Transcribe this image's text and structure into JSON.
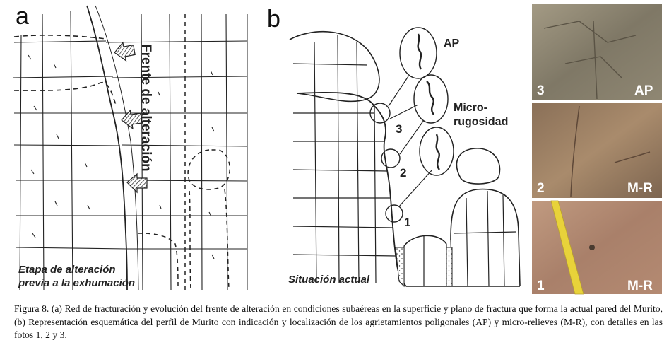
{
  "panel_a": {
    "letter": "a",
    "front_label": "Frente de alteración",
    "stage_line1": "Etapa de alteración",
    "stage_line2": "previa a la exhumación"
  },
  "panel_b": {
    "letter": "b",
    "current_label": "Situación actual",
    "site_numbers": [
      "3",
      "2",
      "1"
    ],
    "callouts": {
      "ap": "AP",
      "micro_line1": "Micro-",
      "micro_line2": "rugosidad"
    }
  },
  "photos": [
    {
      "number": "3",
      "code": "AP"
    },
    {
      "number": "2",
      "code": "M-R"
    },
    {
      "number": "1",
      "code": "M-R"
    }
  ],
  "caption": "Figura 8. (a) Red de fracturación y evolución del frente de alteración en condiciones subaéreas en la superficie y plano de fractura que forma la actual pared del Murito, (b) Representación esquemática del perfil de Murito con indicación y localización de los agrietamientos poligonales (AP) y micro-relieves (M-R), con detalles en las fotos 1, 2 y 3.",
  "colors": {
    "ink": "#222222",
    "photo_top": "#8d8470",
    "photo_mid": "#9a7a60",
    "photo_bottom": "#b08468",
    "tape": "#e8d23a"
  }
}
